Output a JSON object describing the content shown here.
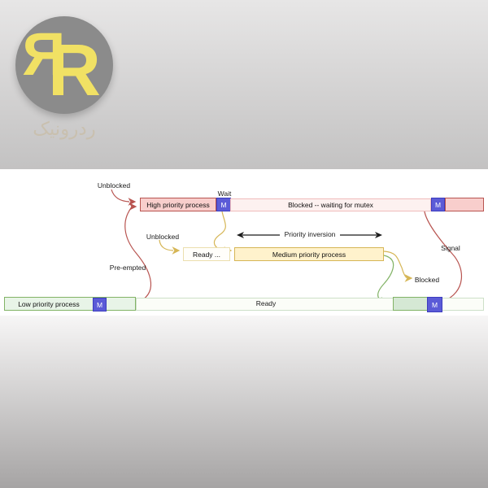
{
  "colors": {
    "bg-top-1": "#e7e6e6",
    "bg-top-2": "#c3c2c2",
    "canvas-bg": "#ffffff",
    "bg-bottom-1": "#f7f6f6",
    "bg-bottom-2": "#a6a4a4",
    "logo-circle": "#8b8b8b",
    "logo-letter": "#f1e164",
    "brand-text": "#c9c0af",
    "red-stroke": "#b85450",
    "pink-fill": "#f8cecc",
    "pink-light-fill": "#fdf1f0",
    "pink-light-stroke": "#f0bcbc",
    "yellow-stroke": "#d6b656",
    "yellow-fill": "#fff2cc",
    "yellow-light-fill": "#fffefa",
    "yellow-light-stroke": "#ebdfae",
    "green-stroke": "#82b366",
    "green-fill": "#d5e8d4",
    "green-left-fill": "#e8f4e7",
    "green-light-fill": "#fbfdf8",
    "green-light-stroke": "#cde0c8",
    "mutex-fill": "#5b5bd7",
    "mutex-stroke": "#3c3cbe",
    "arrow-black": "#1a1a1a"
  },
  "logo": {
    "letter": "R",
    "brand_text": "ردرونیک"
  },
  "diagram": {
    "labels": {
      "unblocked_top": "Unblocked",
      "wait": "Wait",
      "unblocked_mid": "Unblocked",
      "preempted": "Pre-empted",
      "priority_inversion": "Priority inversion",
      "signal": "Signal",
      "blocked": "Blocked"
    },
    "high_row": {
      "process": "High priority process",
      "mutex": "M",
      "blocked_bar": "Blocked -- waiting for mutex",
      "mutex2": "M"
    },
    "medium_row": {
      "ready": "Ready ...",
      "process": "Medium priority process"
    },
    "low_row": {
      "process": "Low priority process",
      "mutex": "M",
      "ready_bar": "Ready",
      "mutex2": "M"
    }
  }
}
